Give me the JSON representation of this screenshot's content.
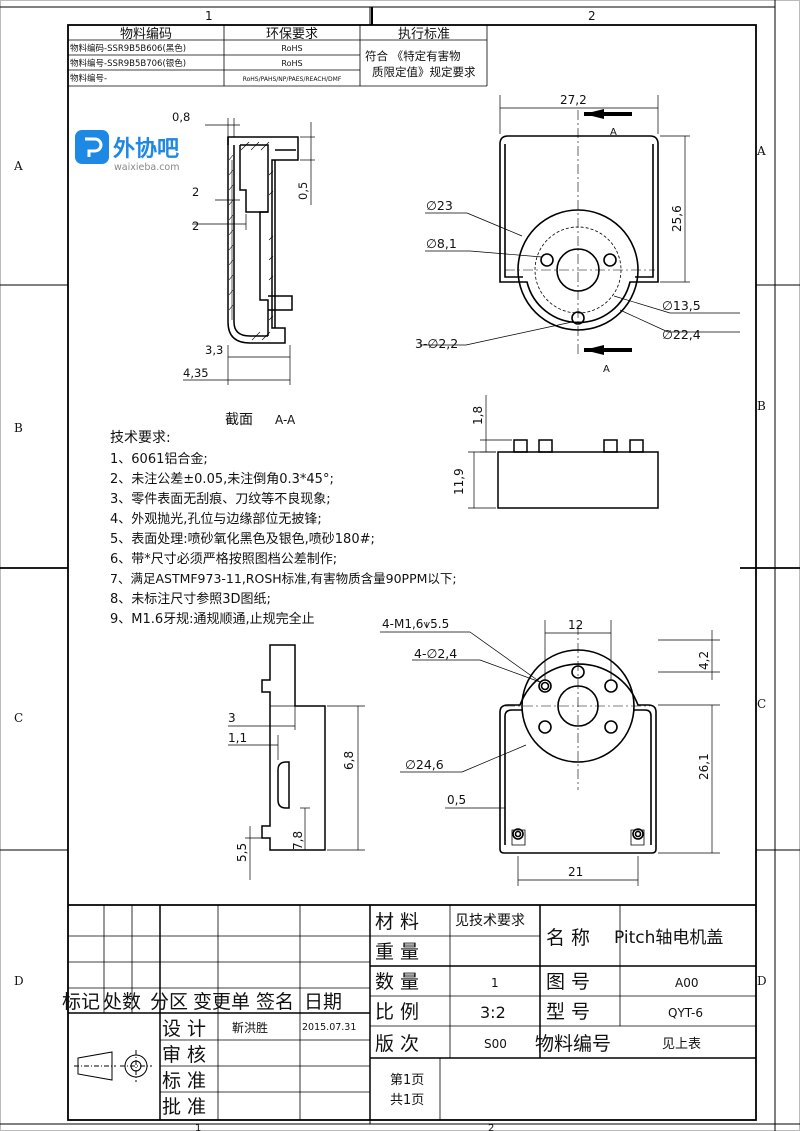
{
  "zones": {
    "top": [
      "1",
      "2"
    ],
    "bottom": [
      "1",
      "2"
    ],
    "left": [
      "A",
      "B",
      "C",
      "D"
    ],
    "right": [
      "A",
      "B",
      "C",
      "D"
    ]
  },
  "watermark": {
    "brand": "外协吧",
    "url": "waixieba.com"
  },
  "material_table": {
    "headers": [
      "物料编码",
      "环保要求",
      "执行标准"
    ],
    "rows": [
      {
        "code": "物料编码-SSR9B5B606(黑色)",
        "env": "RoHS"
      },
      {
        "code": "物料编号-SSR9B5B706(银色)",
        "env": "RoHS"
      },
      {
        "code": "物料编号-",
        "env": "RoHS/PAHS/NP/PAES/REACH/DMF"
      }
    ],
    "standard_note_1": "符合    《特定有害物",
    "standard_note_2": "质限定值》规定要求"
  },
  "section_view": {
    "label": "截面",
    "name": "A-A",
    "dims": [
      "0,8",
      "2",
      "2",
      "0,5",
      "3,3",
      "4,35"
    ]
  },
  "top_view": {
    "dims": [
      "27,2",
      "25,6",
      "∅23",
      "∅8,1",
      "∅13,5",
      "∅22,4",
      "3-∅2,2"
    ],
    "cut_labels": [
      "A",
      "A"
    ]
  },
  "front_view": {
    "dims": [
      "1,8",
      "11,9"
    ]
  },
  "tech_requirements": {
    "title": "技术要求:",
    "items": [
      "1、6061铝合金;",
      "2、未注公差±0.05,未注倒角0.3*45°;",
      "3、零件表面无刮痕、刀纹等不良现象;",
      "4、外观抛光,孔位与边缘部位无披锋;",
      "5、表面处理:喷砂氧化黑色及银色,喷砂180#;",
      "6、带*尺寸必须严格按照图档公差制作;",
      "7、满足ASTMF973-11,ROSH标准,有害物质含量90PPM以下;",
      "8、未标注尺寸参照3D图纸;",
      "9、M1.6牙规:通规顺通,止规完全止"
    ]
  },
  "side_view": {
    "dims": [
      "3",
      "1,1",
      "6,8",
      "5,5",
      "7,8"
    ]
  },
  "bottom_view": {
    "dims": [
      "4-M1,6⩛5.5",
      "12",
      "4,2",
      "4-∅2,4",
      "∅24,6",
      "0,5",
      "26,1",
      "21"
    ]
  },
  "title_block": {
    "rev_headers": [
      "标记",
      "处数",
      "分区",
      "变更单",
      "签名",
      "日期"
    ],
    "sign_labels": [
      "设 计",
      "审 核",
      "标 准",
      "批 准"
    ],
    "designer": "靳洪胜",
    "design_date": "2015.07.31",
    "material_label": "材  料",
    "material_value": "见技术要求",
    "weight_label": "重  量",
    "weight_value": "",
    "qty_label": "数  量",
    "qty_value": "1",
    "scale_label": "比  例",
    "scale_value": "3:2",
    "version_label": "版  次",
    "version_value": "S00",
    "name_label": "名  称",
    "name_value": "Pitch轴电机盖",
    "drawing_no_label": "图  号",
    "drawing_no_value": "A00",
    "model_label": "型  号",
    "model_value": "QYT-6",
    "part_no_label": "物料编号",
    "part_no_value": "见上表",
    "page": "第1页",
    "total": "共1页"
  }
}
